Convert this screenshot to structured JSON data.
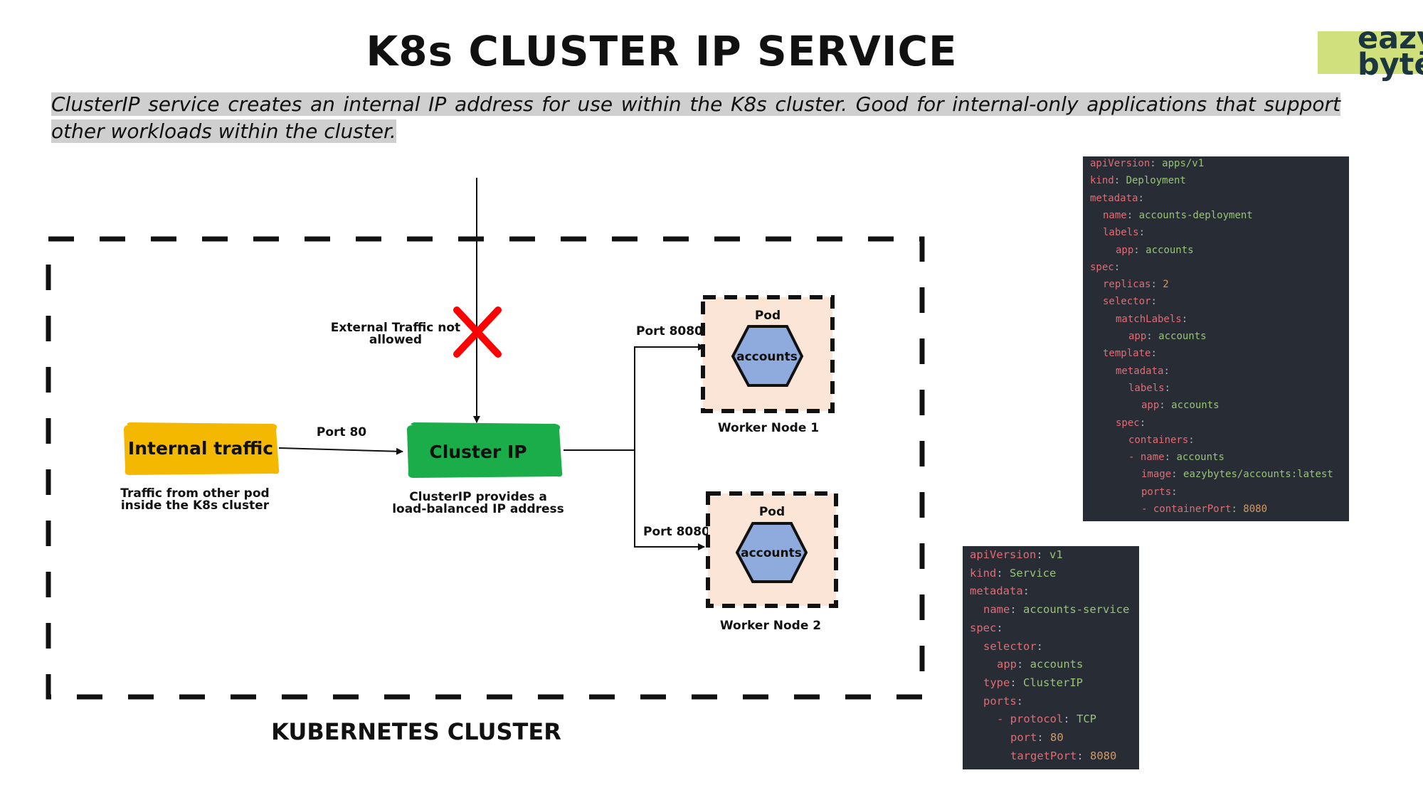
{
  "header": {
    "title": "K8s CLUSTER IP SERVICE",
    "subtitle": "ClusterIP service creates an internal IP address for use within the K8s cluster. Good for internal-only applications that support other workloads within the cluster."
  },
  "logo": {
    "text_line1": "eazy",
    "text_line2": "bytes"
  },
  "diagram": {
    "cluster_label": "KUBERNETES CLUSTER",
    "external_traffic_line1": "External Traffic not",
    "external_traffic_line2": "allowed",
    "internal_traffic": {
      "label": "Internal traffic",
      "caption_line1": "Traffic from other pod",
      "caption_line2": "inside the K8s cluster",
      "color": "#f5b800"
    },
    "port_80_label": "Port 80",
    "cluster_ip": {
      "label": "Cluster IP",
      "caption_line1": "ClusterIP provides a",
      "caption_line2": "load-balanced IP address",
      "color": "#1aad4a"
    },
    "nodes": [
      {
        "port_label": "Port 8080",
        "pod_label": "Pod",
        "app_label": "accounts",
        "node_label": "Worker Node 1"
      },
      {
        "port_label": "Port 8080",
        "pod_label": "Pod",
        "app_label": "accounts",
        "node_label": "Worker Node 2"
      }
    ],
    "colors": {
      "node_fill": "#fbe5d6",
      "hex_fill": "#8faadc",
      "cross": "#ff0000"
    }
  },
  "code_deployment": [
    {
      "indent": 0,
      "key": "apiVersion",
      "value": "apps/v1"
    },
    {
      "indent": 0,
      "key": "kind",
      "value": "Deployment"
    },
    {
      "indent": 0,
      "key": "metadata",
      "value": ""
    },
    {
      "indent": 1,
      "key": "name",
      "value": "accounts-deployment"
    },
    {
      "indent": 1,
      "key": "labels",
      "value": ""
    },
    {
      "indent": 2,
      "key": "app",
      "value": "accounts"
    },
    {
      "indent": 0,
      "key": "spec",
      "value": ""
    },
    {
      "indent": 1,
      "key": "replicas",
      "value": "2",
      "num": true
    },
    {
      "indent": 1,
      "key": "selector",
      "value": ""
    },
    {
      "indent": 2,
      "key": "matchLabels",
      "value": ""
    },
    {
      "indent": 3,
      "key": "app",
      "value": "accounts"
    },
    {
      "indent": 1,
      "key": "template",
      "value": ""
    },
    {
      "indent": 2,
      "key": "metadata",
      "value": ""
    },
    {
      "indent": 3,
      "key": "labels",
      "value": ""
    },
    {
      "indent": 4,
      "key": "app",
      "value": "accounts"
    },
    {
      "indent": 2,
      "key": "spec",
      "value": ""
    },
    {
      "indent": 3,
      "key": "containers",
      "value": ""
    },
    {
      "indent": 3,
      "dash": true,
      "key": "name",
      "value": "accounts"
    },
    {
      "indent": 4,
      "key": "image",
      "value": "eazybytes/accounts:latest"
    },
    {
      "indent": 4,
      "key": "ports",
      "value": ""
    },
    {
      "indent": 4,
      "dash": true,
      "key": "containerPort",
      "value": "8080",
      "num": true
    }
  ],
  "code_service": [
    {
      "indent": 0,
      "key": "apiVersion",
      "value": "v1"
    },
    {
      "indent": 0,
      "key": "kind",
      "value": "Service"
    },
    {
      "indent": 0,
      "key": "metadata",
      "value": ""
    },
    {
      "indent": 1,
      "key": "name",
      "value": "accounts-service"
    },
    {
      "indent": 0,
      "key": "spec",
      "value": ""
    },
    {
      "indent": 1,
      "key": "selector",
      "value": ""
    },
    {
      "indent": 2,
      "key": "app",
      "value": "accounts"
    },
    {
      "indent": 1,
      "key": "type",
      "value": "ClusterIP"
    },
    {
      "indent": 1,
      "key": "ports",
      "value": ""
    },
    {
      "indent": 2,
      "dash": true,
      "key": "protocol",
      "value": "TCP"
    },
    {
      "indent": 3,
      "key": "port",
      "value": "80",
      "num": true
    },
    {
      "indent": 3,
      "key": "targetPort",
      "value": "8080",
      "num": true
    }
  ]
}
